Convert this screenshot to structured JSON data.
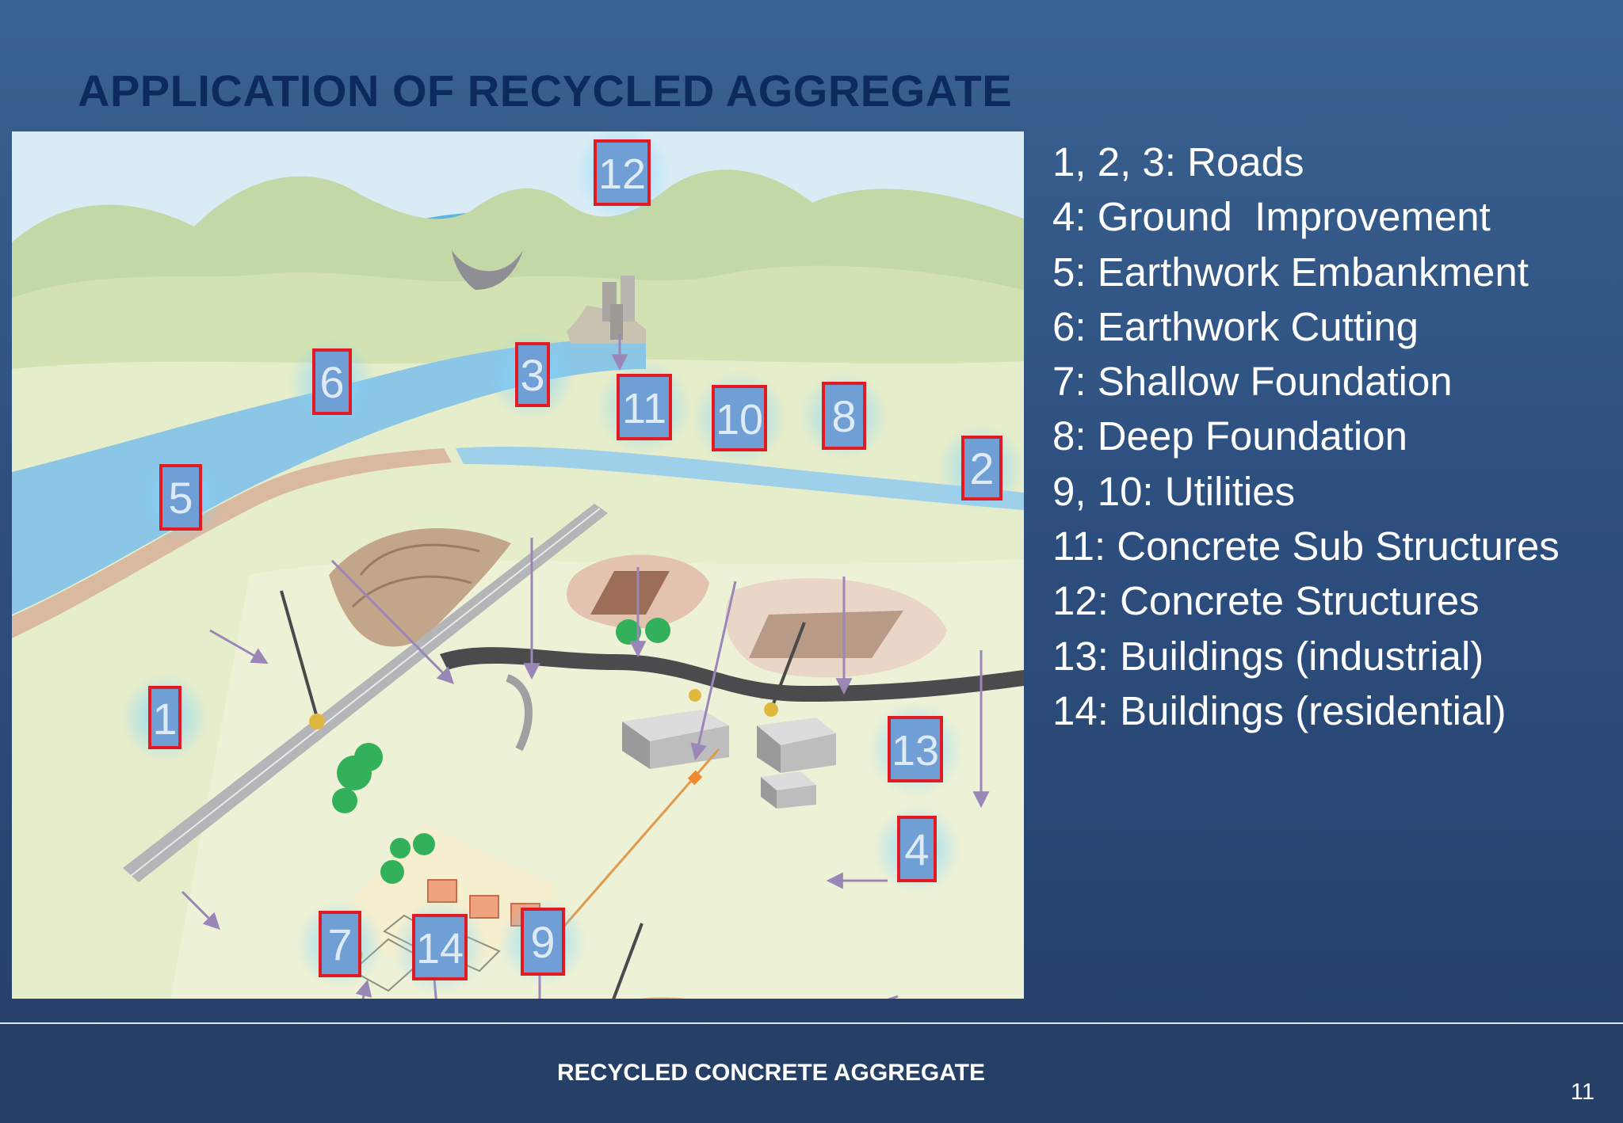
{
  "slide": {
    "title": "APPLICATION OF RECYCLED AGGREGATE",
    "footer": "RECYCLED CONCRETE AGGREGATE",
    "page_number": "11"
  },
  "legend": [
    "1, 2, 3: Roads",
    "4: Ground  Improvement",
    "5: Earthwork Embankment",
    "6: Earthwork Cutting",
    "7: Shallow Foundation",
    "8: Deep Foundation",
    "9, 10: Utilities",
    "11: Concrete Sub Structures",
    "12: Concrete Structures",
    "13: Buildings (industrial)",
    "14: Buildings (residential)"
  ],
  "diagram": {
    "labels": [
      "1",
      "2",
      "3",
      "4",
      "5",
      "6",
      "7",
      "8",
      "9",
      "10",
      "11",
      "12",
      "13",
      "14"
    ]
  },
  "colors": {
    "sky": "#d9ecf5",
    "hills": "#bcd4a3",
    "river": "#8cc6e6",
    "ground": "#e6edca",
    "label_fill": "#6f9fd4",
    "label_border": "#e01b24",
    "arrow": "#9b86b8",
    "title": "#0d2a5e"
  }
}
